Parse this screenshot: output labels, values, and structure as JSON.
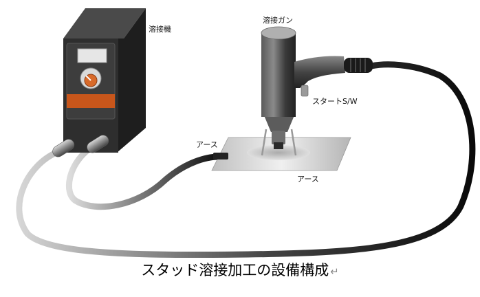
{
  "labels": {
    "welder": "溶接機",
    "gun": "溶接ガン",
    "start_switch": "スタートS/W",
    "earth_left": "アース",
    "earth_bottom": "アース"
  },
  "caption": {
    "text": "スタッド溶接加工の設備構成",
    "return_mark": "↵"
  },
  "colors": {
    "cable": "#111111",
    "cable_light": "#cccccc",
    "machine_body": "#2e2e2e",
    "accent_orange": "#c8561b",
    "gun_body": "#3a3a3a",
    "plate": "#d4d4d4"
  }
}
